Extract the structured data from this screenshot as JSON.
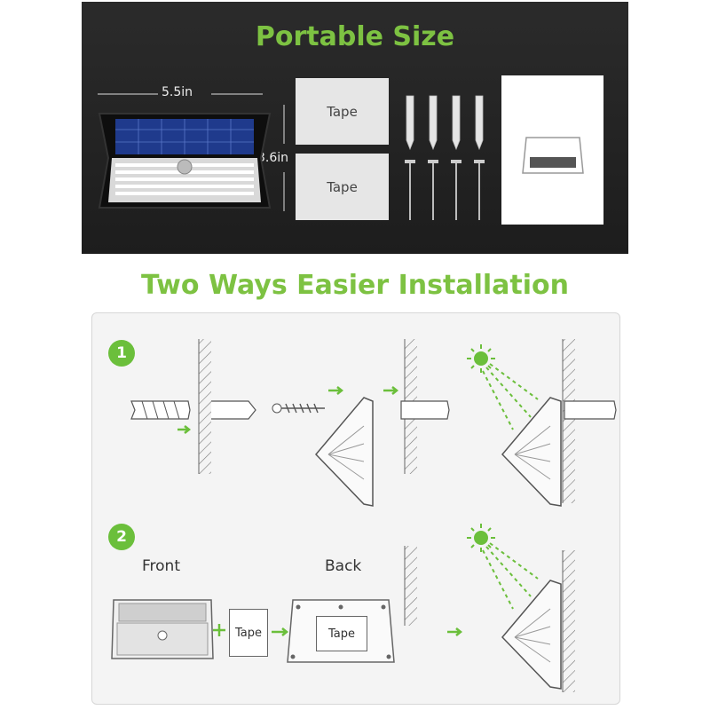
{
  "top": {
    "title": "Portable Size",
    "width_label": "5.5in",
    "height_label": "3.6in",
    "tape_label_1": "Tape",
    "tape_label_2": "Tape"
  },
  "install": {
    "title": "Two Ways Easier Installation",
    "step1": "1",
    "step2": "2",
    "front_label": "Front",
    "back_label": "Back",
    "tape_label_front": "Tape",
    "tape_label_back": "Tape"
  },
  "colors": {
    "accent_green": "#7dc242",
    "step_green": "#6bbf3b",
    "dark_panel": "#222222"
  }
}
